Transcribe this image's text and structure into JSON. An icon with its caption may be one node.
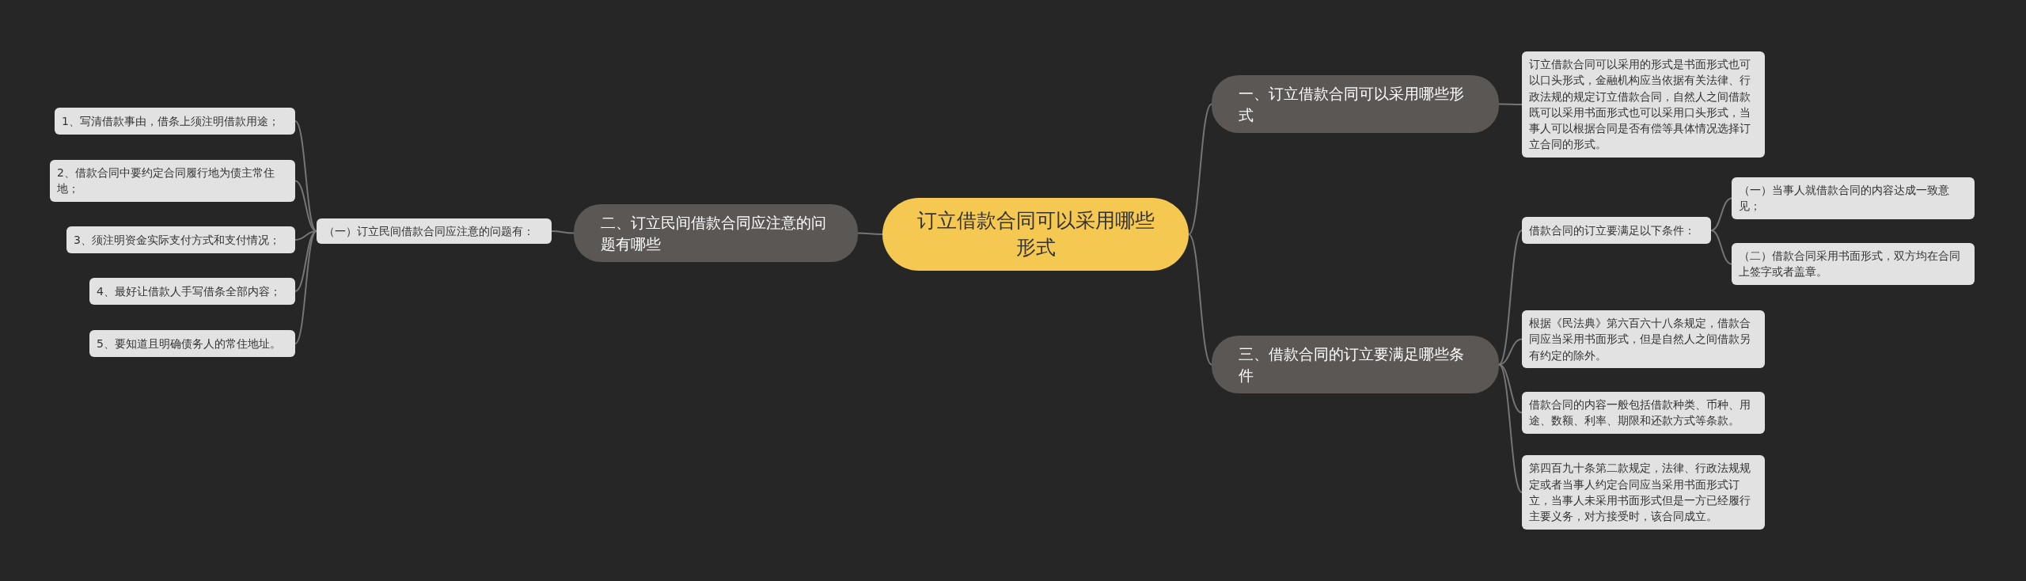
{
  "diagram": {
    "nodes": [
      {
        "text": [
          "订立借款合同可以采用哪些形式"
        ]
      },
      {
        "text": [
          "一、订立借款合同可以采用哪些形式"
        ]
      },
      {
        "text": [
          "订立借款合同可以采用的形式是书面形式也可以口头形式，金融机构应当依据有关法律、行政法规的规定订立借款合同，自然人之间借款既可以采用书面形式也可以采用口头形式，当事人可以根据合同是否有偿等具体情况选择订立合同的形式。"
        ]
      },
      {
        "text": [
          "二、订立民间借款合同应注意的问题有哪些"
        ]
      },
      {
        "text": [
          "（一）订立民间借款合同应注意的问题有："
        ]
      },
      {
        "text": [
          "1、写清借款事由，借条上须注明借款用途；"
        ]
      },
      {
        "text": [
          "2、借款合同中要约定合同履行地为债主常住地；"
        ]
      },
      {
        "text": [
          "3、须注明资金实际支付方式和支付情况；"
        ]
      },
      {
        "text": [
          "4、最好让借款人手写借条全部内容；"
        ]
      },
      {
        "text": [
          "5、要知道且明确债务人的常住地址。"
        ]
      },
      {
        "text": [
          "三、借款合同的订立要满足哪些条件"
        ]
      },
      {
        "text": [
          "借款合同的订立要满足以下条件："
        ]
      },
      {
        "text": [
          "（一）当事人就借款合同的内容达成一致意见；"
        ]
      },
      {
        "text": [
          "（二）借款合同采用书面形式，双方均在合同上签字或者盖章。"
        ]
      },
      {
        "text": [
          "根据《民法典》第六百六十八条规定，借款合同应当采用书面形式，但是自然人之间借款另有约定的除外。"
        ]
      },
      {
        "text": [
          "借款合同的内容一般包括借款种类、币种、用途、数额、利率、期限和还款方式等条款。"
        ]
      },
      {
        "text": [
          "第四百九十条第二款规定，法律、行政法规规定或者当事人约定合同应当采用书面形式订立，当事人未采用书面形式但是一方已经履行主要义务，对方接受时，该合同成立。"
        ]
      }
    ],
    "edges": [
      {
        "from": 0,
        "to": 1,
        "arrow": "none"
      },
      {
        "from": 1,
        "to": 2,
        "arrow": "none"
      },
      {
        "from": 0,
        "to": 3,
        "arrow": "none"
      },
      {
        "from": 3,
        "to": 4,
        "arrow": "none"
      },
      {
        "from": 4,
        "to": 5,
        "arrow": "none"
      },
      {
        "from": 4,
        "to": 6,
        "arrow": "none"
      },
      {
        "from": 4,
        "to": 7,
        "arrow": "none"
      },
      {
        "from": 4,
        "to": 8,
        "arrow": "none"
      },
      {
        "from": 4,
        "to": 9,
        "arrow": "none"
      },
      {
        "from": 0,
        "to": 10,
        "arrow": "none"
      },
      {
        "from": 10,
        "to": 11,
        "arrow": "none"
      },
      {
        "from": 11,
        "to": 12,
        "arrow": "none"
      },
      {
        "from": 11,
        "to": 13,
        "arrow": "none"
      },
      {
        "from": 10,
        "to": 14,
        "arrow": "none"
      },
      {
        "from": 10,
        "to": 15,
        "arrow": "none"
      },
      {
        "from": 10,
        "to": 16,
        "arrow": "none"
      }
    ]
  }
}
